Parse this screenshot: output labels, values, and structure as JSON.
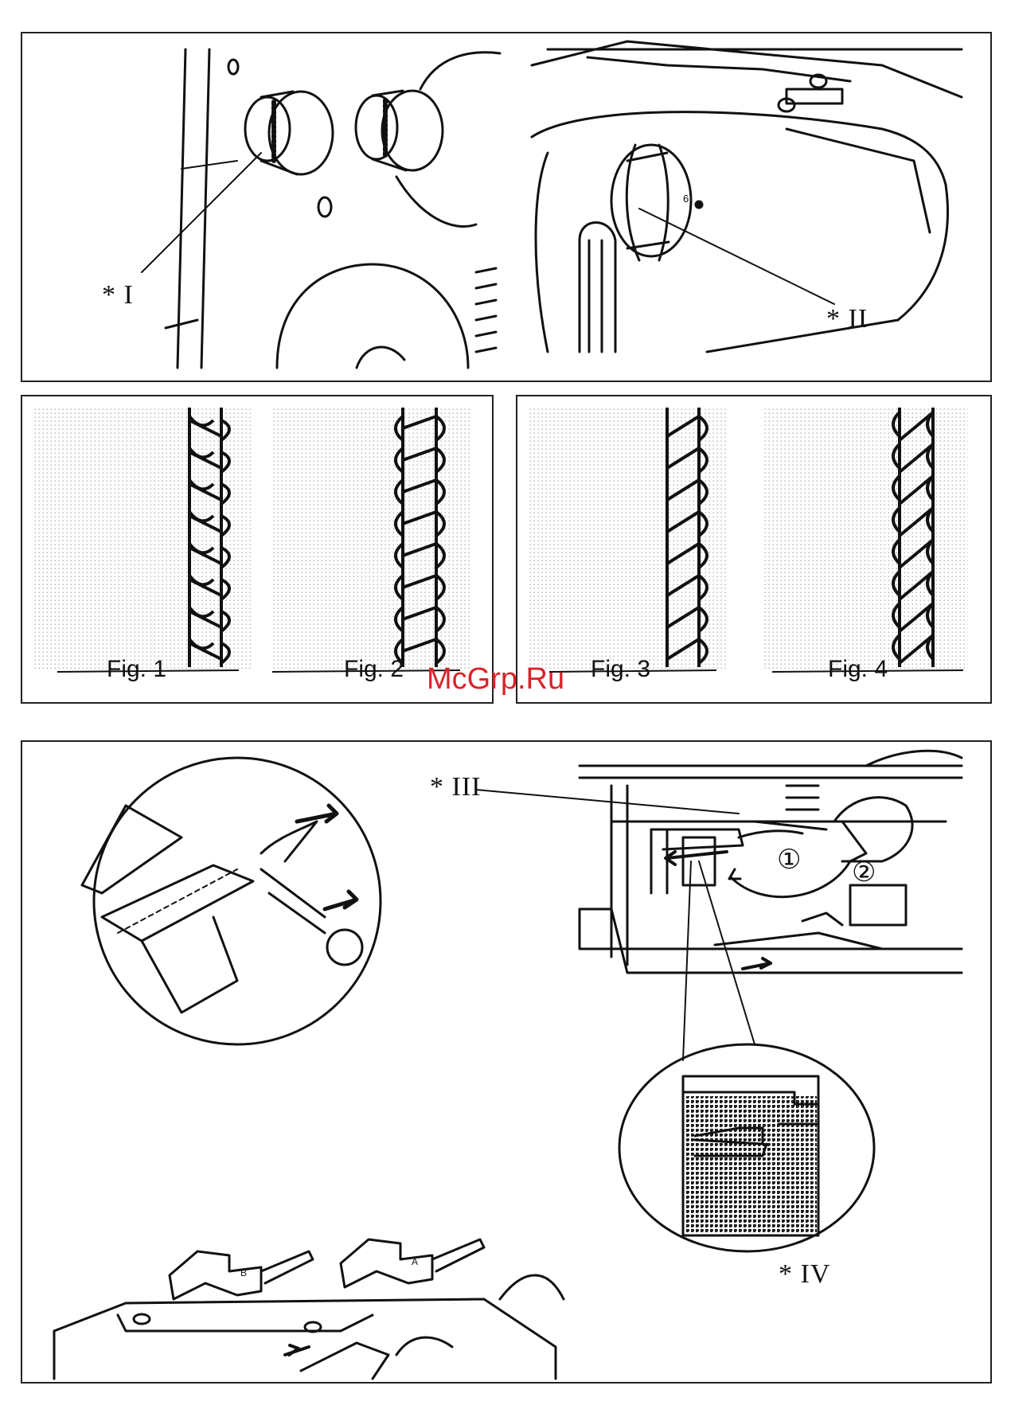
{
  "top_panel": {
    "callout_left": "* I",
    "callout_right": "* II",
    "dial_mark": "6"
  },
  "stitch_panels": {
    "figures": [
      {
        "label": "Fig. 1"
      },
      {
        "label": "Fig. 2"
      },
      {
        "label": "Fig. 3"
      },
      {
        "label": "Fig. 4"
      }
    ]
  },
  "watermark": "McGrp.Ru",
  "bottom_panel": {
    "callout_upper": "* III",
    "callout_lower": "* IV",
    "step_1": "①",
    "step_2": "②",
    "tongue_b": "B",
    "tongue_a": "A"
  }
}
